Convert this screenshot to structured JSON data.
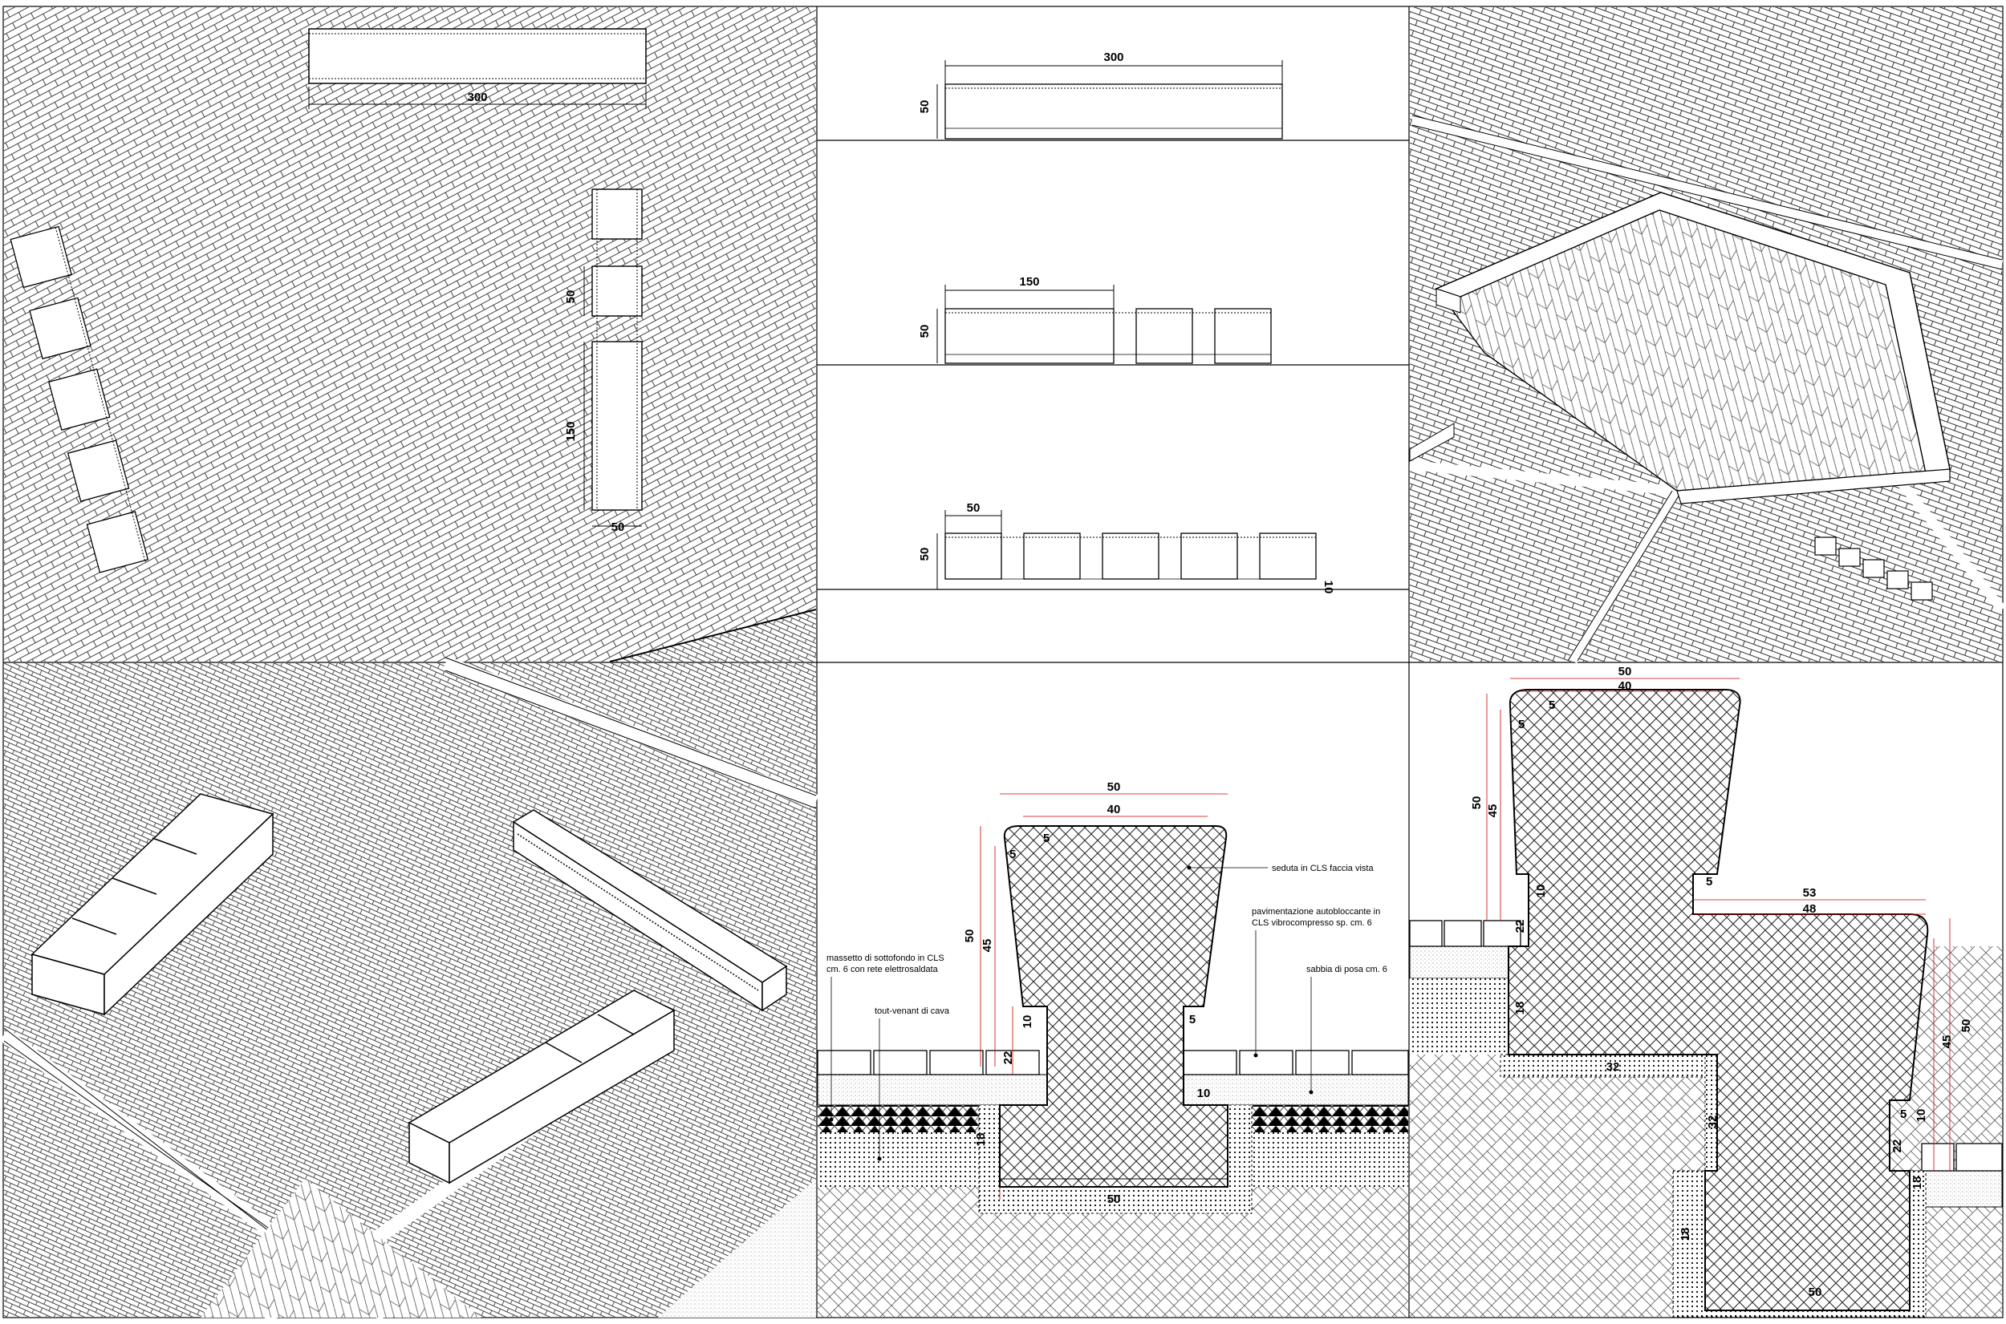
{
  "plan": {
    "dims": [
      "300",
      "50",
      "150",
      "50"
    ]
  },
  "elevations": {
    "e1": {
      "width": "300",
      "height": "50"
    },
    "e2": {
      "width": "150",
      "height": "50"
    },
    "e3": {
      "width": "50",
      "height": "50",
      "gap": "10"
    }
  },
  "section_left": {
    "dims": {
      "outer": "50",
      "inner": "40",
      "chamfer_v": "5",
      "chamfer_h": "5",
      "total_h": "50",
      "body_h": "45",
      "step_h": "10",
      "paver_h": "22",
      "rebate": "5",
      "base_step": "10",
      "screed": "18",
      "footing": "50"
    },
    "notes": {
      "seat": "seduta in CLS faccia vista",
      "pavers_1": "pavimentazione autobloccante in",
      "pavers_2": "CLS  vibrocompresso sp. cm. 6",
      "sand": "sabbia di posa cm. 6",
      "slab_1": "massetto di sottofondo in CLS",
      "slab_2": "cm. 6 con rete elettrosaldata",
      "gravel": "tout-venant di cava"
    }
  },
  "section_right": {
    "dims": {
      "outer": "50",
      "inner": "40",
      "chamfer_v": "5",
      "chamfer_h": "5",
      "total_h": "50",
      "body_h": "45",
      "step_h": "10",
      "paver_h": "22",
      "screed": "18",
      "footing_top": "32",
      "footing_side": "32",
      "seat_outer": "53",
      "seat_inner": "48",
      "rebate_top": "5",
      "low_total": "50",
      "low_body": "45",
      "low_step": "10",
      "low_rebate": "5",
      "low_paver": "22",
      "low_screed": "18",
      "low_screed_b": "18",
      "low_footing": "50"
    }
  }
}
